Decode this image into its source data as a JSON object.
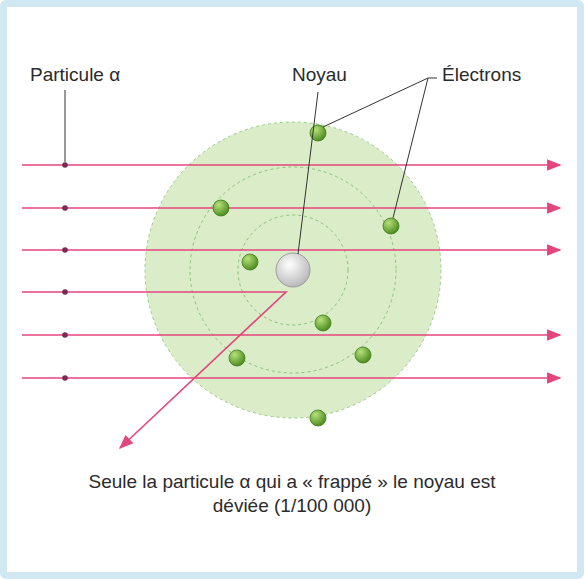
{
  "diagram": {
    "caption": "Seule la particule α qui a « frappé » le noyau est déviée (1/100 000)",
    "labels": [
      "Particule α",
      "Noyau",
      "Électrons"
    ]
  }
}
